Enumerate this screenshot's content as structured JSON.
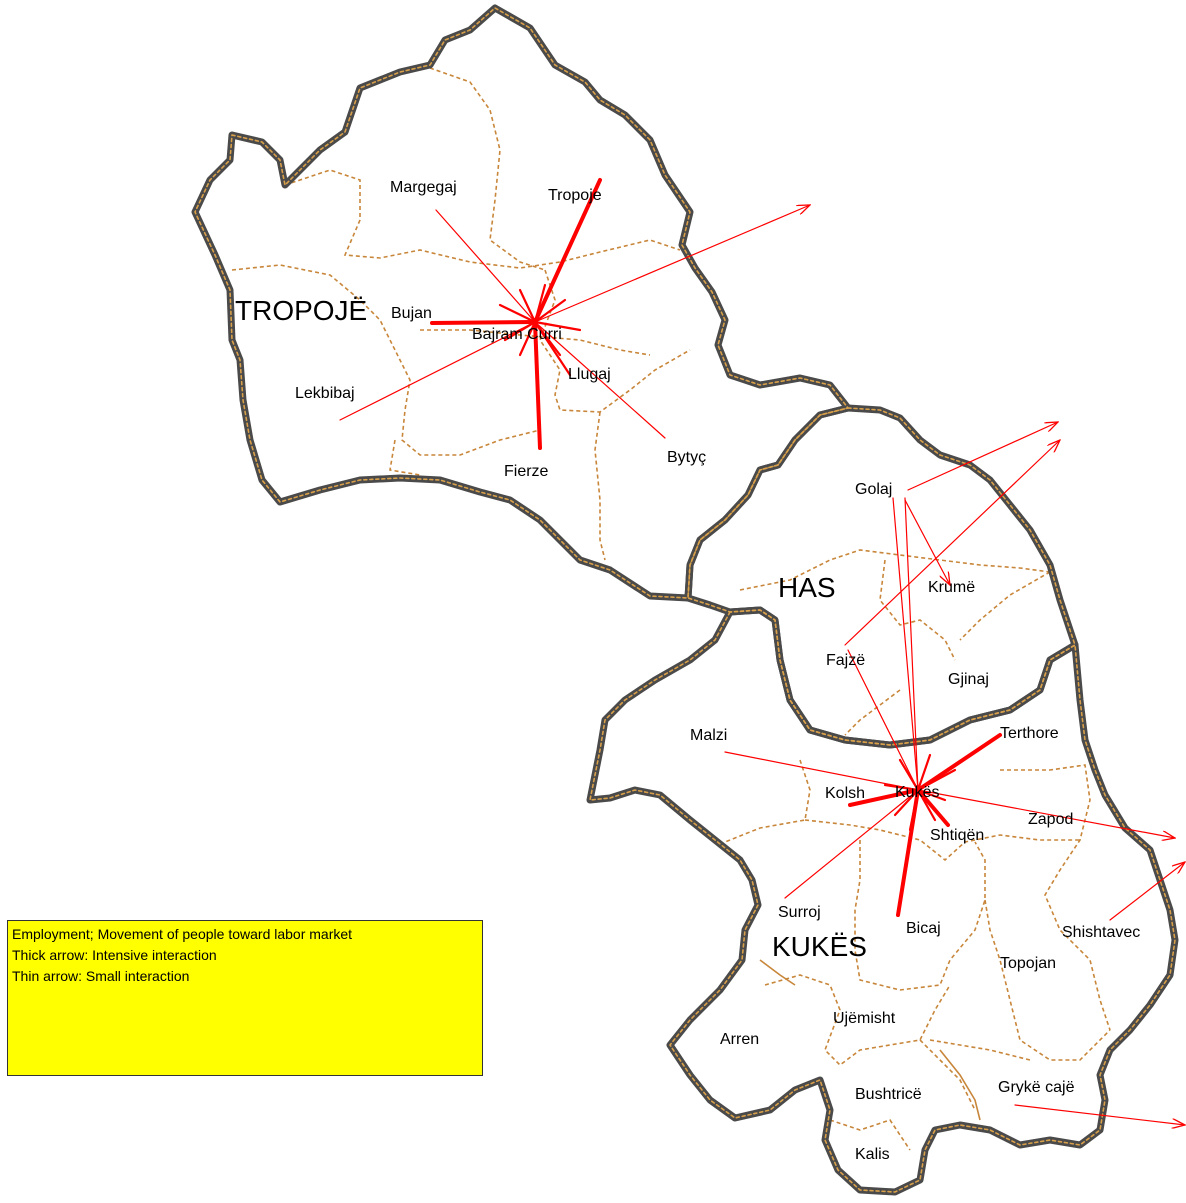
{
  "districts": {
    "tropoje": "TROPOJË",
    "has": "HAS",
    "kukes": "KUKËS"
  },
  "communes": {
    "margegaj": "Margegaj",
    "tropoje": "Tropoje",
    "bujan": "Bujan",
    "bajram_curri": "Bajram Curri",
    "lekbibaj": "Lekbibaj",
    "llugaj": "Llugaj",
    "fierze": "Fierze",
    "bytyc": "Bytyç",
    "golaj": "Golaj",
    "krume": "Krumë",
    "fajze": "Fajzë",
    "gjinaj": "Gjinaj",
    "malzi": "Malzi",
    "terthore": "Terthore",
    "kolsh": "Kolsh",
    "kukes": "Kukës",
    "zapod": "Zapod",
    "shtiqen": "Shtiqën",
    "surroj": "Surroj",
    "bicaj": "Bicaj",
    "shishtavec": "Shishtavec",
    "topojan": "Topojan",
    "ujemisht": "Ujëmisht",
    "arren": "Arren",
    "bushtrice": "Bushtricë",
    "gryke_caje": "Grykë cajë",
    "kalis": "Kalis"
  },
  "legend": {
    "line1": "Employment; Movement of people toward labor market",
    "line2": "Thick arrow: Intensive interaction",
    "line3": "Thin arrow: Small interaction"
  },
  "colors": {
    "boundary": "#4a4a4a",
    "boundary_dash": "#d9a04a",
    "commune_border": "#c8863a",
    "arrow": "#ff0000",
    "legend_bg": "#ffff00"
  }
}
